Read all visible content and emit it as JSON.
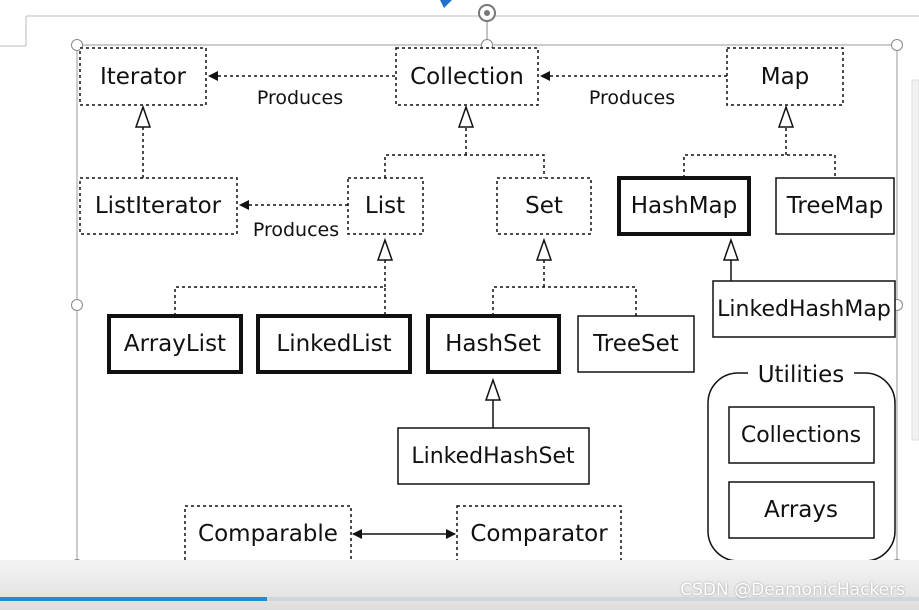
{
  "nodes": {
    "iterator": "Iterator",
    "collection": "Collection",
    "map": "Map",
    "list_iterator": "ListIterator",
    "list": "List",
    "set": "Set",
    "hash_map": "HashMap",
    "tree_map": "TreeMap",
    "linked_hash_map": "LinkedHashMap",
    "array_list": "ArrayList",
    "linked_list": "LinkedList",
    "hash_set": "HashSet",
    "tree_set": "TreeSet",
    "linked_hash_set": "LinkedHashSet",
    "comparable": "Comparable",
    "comparator": "Comparator"
  },
  "edge_labels": {
    "collection_iterator": "Produces",
    "map_collection": "Produces",
    "list_listiterator": "Produces"
  },
  "utilities": {
    "title": "Utilities",
    "collections": "Collections",
    "arrays": "Arrays"
  },
  "watermark": "CSDN @DeamonicHackers",
  "progress": {
    "fraction": 0.29
  }
}
